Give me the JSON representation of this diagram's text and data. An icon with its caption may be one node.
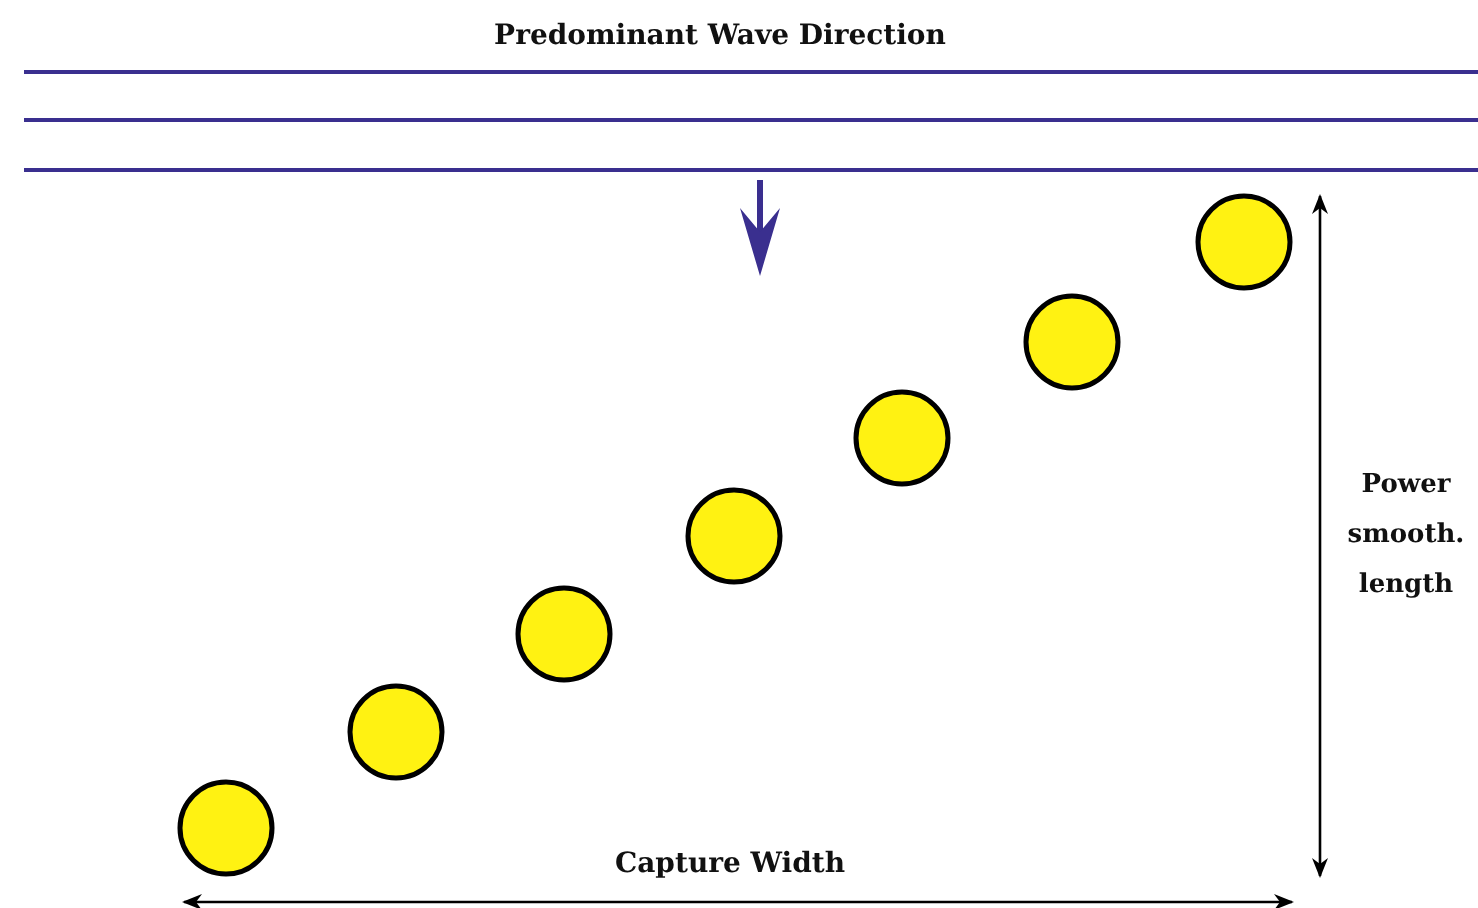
{
  "diagram": {
    "nodes": [
      {
        "text": [],
        "shape": "circle"
      },
      {
        "text": [],
        "shape": "circle"
      },
      {
        "text": [],
        "shape": "circle"
      },
      {
        "text": [],
        "shape": "circle"
      },
      {
        "text": [],
        "shape": "circle"
      },
      {
        "text": [],
        "shape": "circle"
      },
      {
        "text": [],
        "shape": "circle"
      }
    ],
    "labels": [
      "Predominant Wave Direction",
      "Power smooth. length",
      "Capture Width"
    ]
  }
}
